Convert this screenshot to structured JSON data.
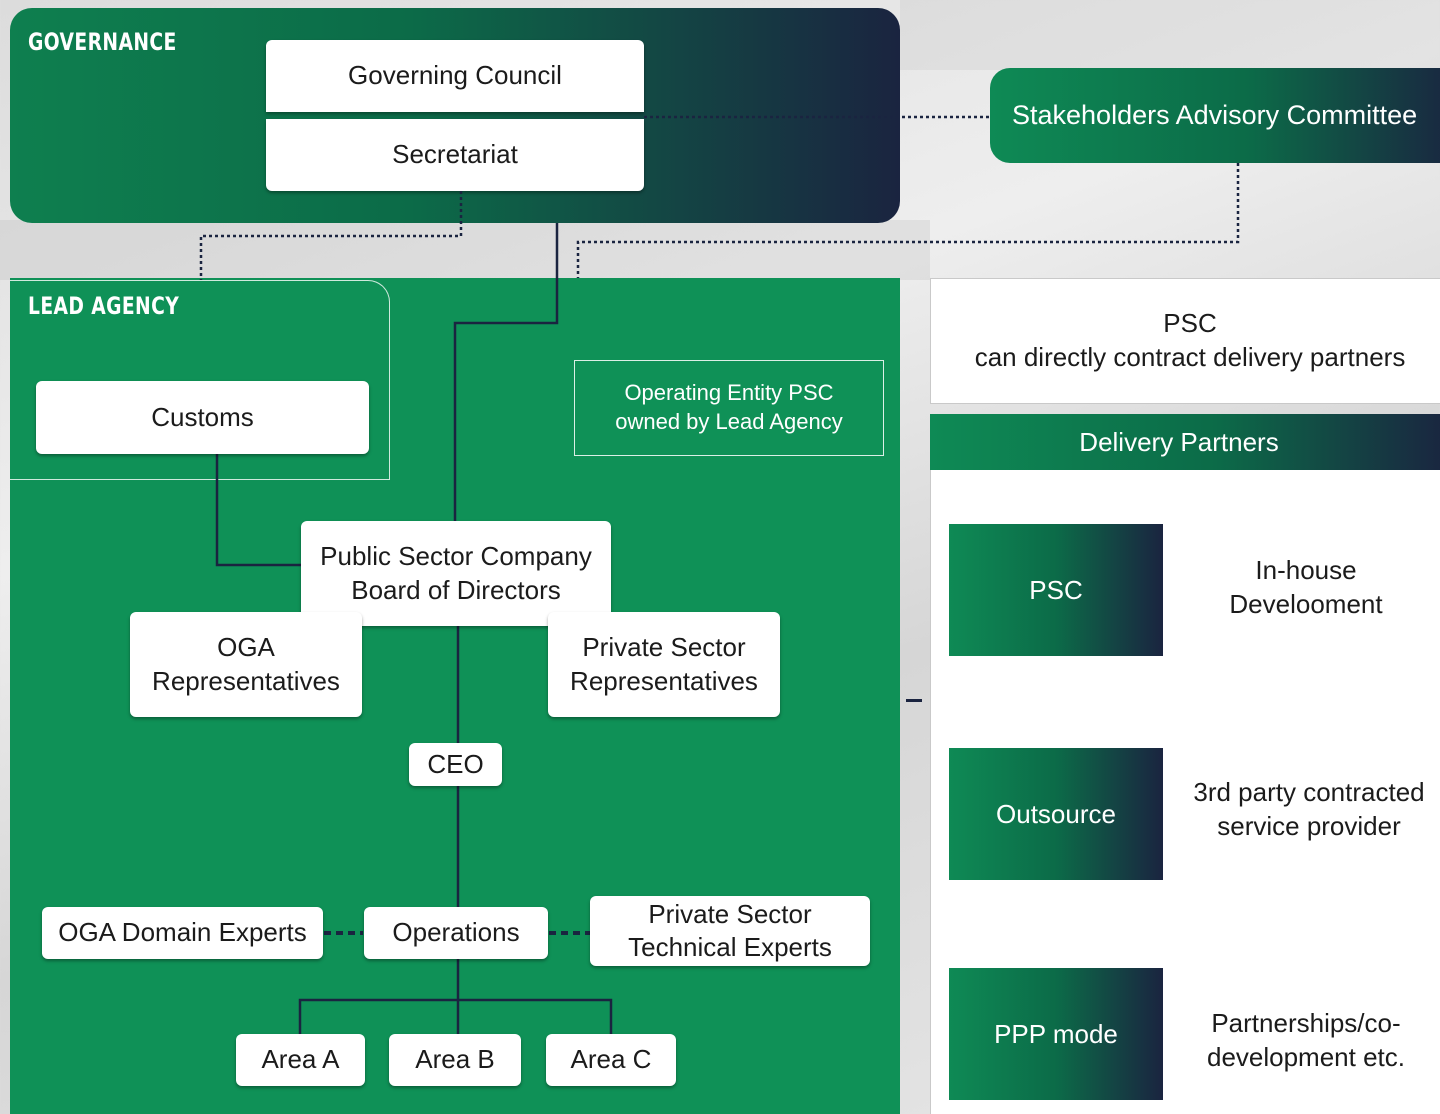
{
  "governance": {
    "title": "GOVERNANCE",
    "governing_council": "Governing Council",
    "secretariat": "Secretariat"
  },
  "stakeholders": "Stakeholders Advisory Committee",
  "lead_agency": {
    "title": "LEAD AGENCY",
    "customs": "Customs",
    "operating_entity_line1": "Operating Entity PSC",
    "operating_entity_line2": "owned by Lead Agency",
    "board_line1": "Public Sector Company",
    "board_line2": "Board of Directors",
    "oga_reps_line1": "OGA",
    "oga_reps_line2": "Representatives",
    "private_reps_line1": "Private Sector",
    "private_reps_line2": "Representatives",
    "ceo": "CEO",
    "oga_experts": "OGA Domain Experts",
    "operations": "Operations",
    "private_experts_line1": "Private Sector",
    "private_experts_line2": "Technical Experts",
    "areas": [
      "Area A",
      "Area B",
      "Area C"
    ]
  },
  "psc_note": {
    "line1": "PSC",
    "line2": "can directly contract delivery partners"
  },
  "delivery_partners": {
    "header": "Delivery Partners",
    "items": [
      {
        "label": "PSC",
        "desc_line1": "In-house",
        "desc_line2": "Develooment"
      },
      {
        "label": "Outsource",
        "desc_line1": "3rd party contracted",
        "desc_line2": "service provider"
      },
      {
        "label": "PPP mode",
        "desc_line1": "Partnerships/co-",
        "desc_line2": "development etc."
      }
    ]
  },
  "colors": {
    "green": "#0f9157",
    "navy": "#1a2440",
    "line": "#1a2440"
  }
}
